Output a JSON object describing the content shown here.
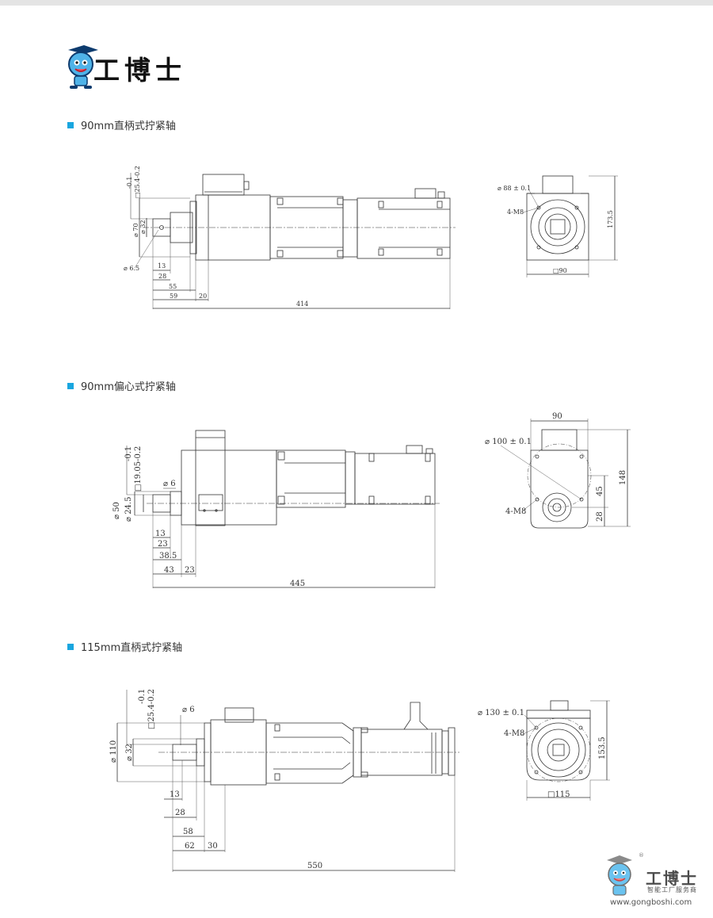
{
  "brand": {
    "logo_text": "工博士",
    "watermark_title": "工博士",
    "watermark_subtitle": "智能工厂服务商",
    "watermark_url": "www.gongboshi.com",
    "registered": "®",
    "accent_color": "#19a6df"
  },
  "sections": [
    {
      "title": "90mm直柄式拧紧轴",
      "labels": {
        "tol_a": "-0.1",
        "tol_b": "□25.4-0.2",
        "d70": "⌀ 70",
        "d32": "⌀ 32",
        "hole": "⌀ 6.5",
        "l13": "13",
        "l28": "28",
        "l55": "55",
        "l59": "59",
        "l20": "20",
        "l414": "414",
        "pcd": "⌀ 88 ± 0.1",
        "bolts": "4-M8",
        "h": "173.5",
        "sq": "□90"
      }
    },
    {
      "title": "90mm偏心式拧紧轴",
      "labels": {
        "tol_a": "-0.1",
        "tol_b": "□19.05-0.2",
        "d6": "⌀ 6",
        "d50": "⌀ 50",
        "d245": "⌀ 24.5",
        "l13": "13",
        "l23": "23",
        "l385": "38.5",
        "l43": "43",
        "l23b": "23",
        "l445": "445",
        "w90": "90",
        "pcd": "⌀ 100 ± 0.1",
        "bolts": "4-M8",
        "h148": "148",
        "h45": "45",
        "h28": "28"
      }
    },
    {
      "title": "115mm直柄式拧紧轴",
      "labels": {
        "tol_a": "-0.1",
        "tol_b": "□25.4-0.2",
        "d6": "⌀ 6",
        "d110": "⌀ 110",
        "d32": "⌀ 32",
        "l13": "13",
        "l28": "28",
        "l58": "58",
        "l62": "62",
        "l30": "30",
        "l550": "550",
        "pcd": "⌀ 130 ± 0.1",
        "bolts": "4-M8",
        "h": "153.5",
        "sq": "□115"
      }
    }
  ]
}
